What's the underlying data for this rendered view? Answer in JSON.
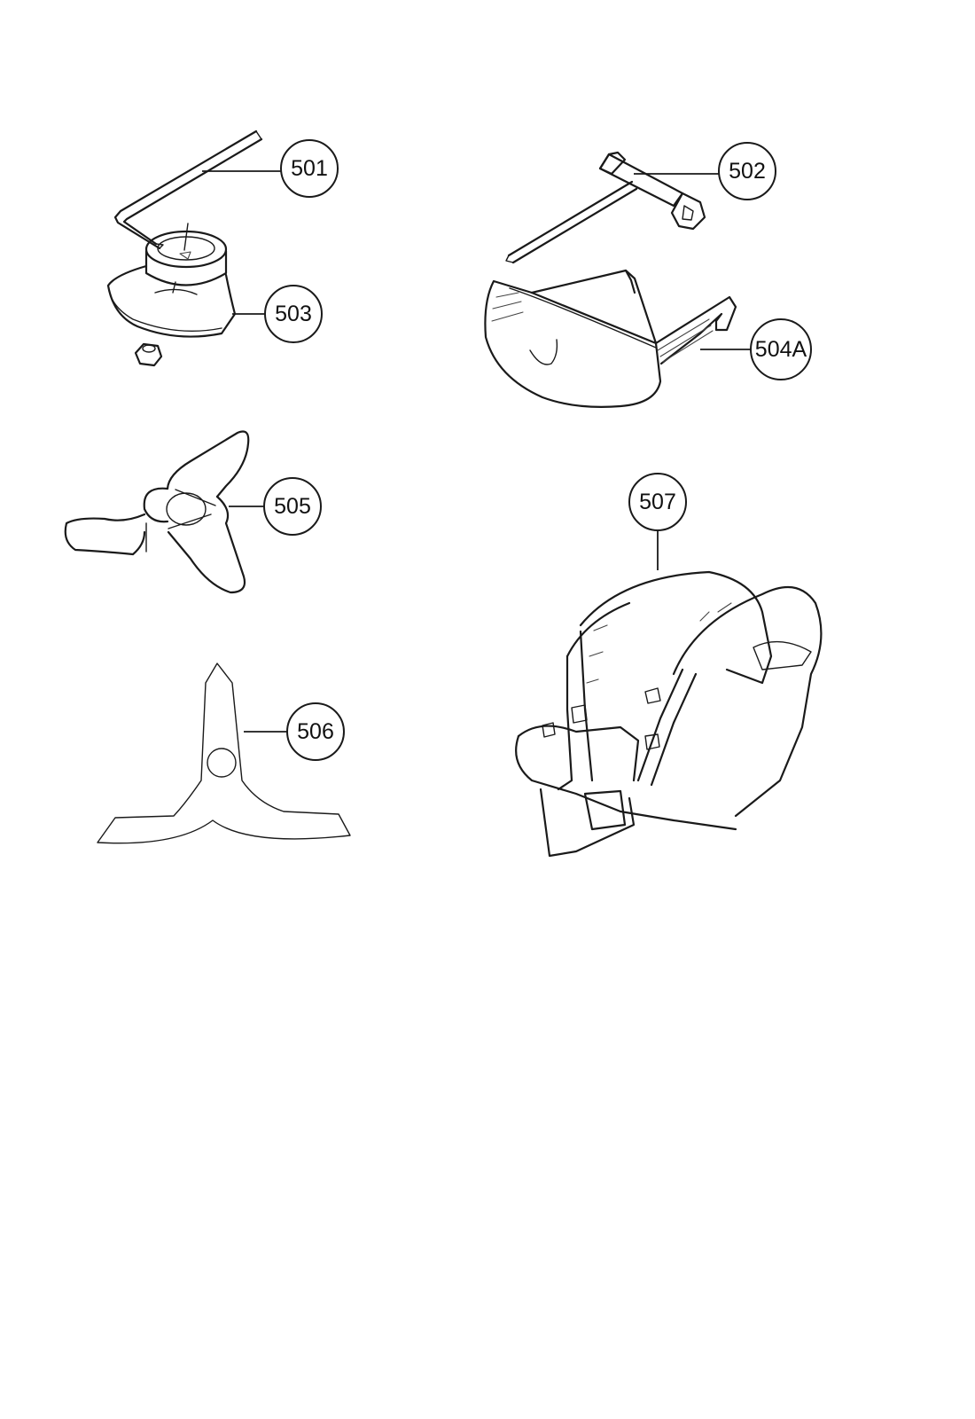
{
  "diagram": {
    "parts": [
      {
        "id": "501",
        "label": "501"
      },
      {
        "id": "502",
        "label": "502"
      },
      {
        "id": "503",
        "label": "503"
      },
      {
        "id": "504A",
        "label": "504A"
      },
      {
        "id": "505",
        "label": "505"
      },
      {
        "id": "506",
        "label": "506"
      },
      {
        "id": "507",
        "label": "507"
      }
    ]
  }
}
